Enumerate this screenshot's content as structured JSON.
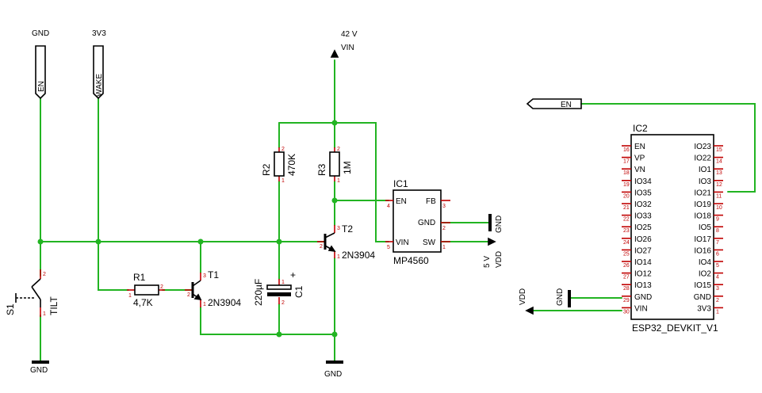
{
  "power": {
    "gnd": "GND",
    "v3v3": "3V3",
    "v42": "42 V",
    "vin": "VIN",
    "v5": "5 V",
    "vdd": "VDD"
  },
  "ports": {
    "en": "EN",
    "wake": "WAKE",
    "en_right": "EN_"
  },
  "s1": {
    "name": "S1",
    "value": "TILT",
    "pin2": "2",
    "pin1": "1"
  },
  "r1": {
    "name": "R1",
    "value": "4,7K",
    "pin1": "1",
    "pin2": "2"
  },
  "r2": {
    "name": "R2",
    "value": "470K",
    "pin1": "1",
    "pin2": "2"
  },
  "r3": {
    "name": "R3",
    "value": "1M",
    "pin1": "1",
    "pin2": "2"
  },
  "c1": {
    "name": "C1",
    "value": "220µF",
    "plus": "+",
    "pin1": "1",
    "pin2": "2"
  },
  "t1": {
    "name": "T1",
    "value": "2N3904",
    "pin1": "1",
    "pin2": "2",
    "pin3": "3"
  },
  "t2": {
    "name": "T2",
    "value": "2N3904",
    "pin1": "1",
    "pin2": "2",
    "pin3": "3"
  },
  "ic1": {
    "name": "IC1",
    "value": "MP4560",
    "pins": {
      "en": "EN",
      "fb": "FB",
      "gnd": "GND",
      "vin": "VIN",
      "sw": "SW"
    },
    "pinnums": {
      "en": "4",
      "fb": "3",
      "gnd": "2",
      "vin": "5",
      "sw": "1"
    }
  },
  "ic2": {
    "name": "IC2",
    "value": "ESP32_DEVKIT_V1",
    "left_pins": [
      {
        "name": "EN",
        "num": "16"
      },
      {
        "name": "VP",
        "num": "17"
      },
      {
        "name": "VN",
        "num": "18"
      },
      {
        "name": "IO34",
        "num": "19"
      },
      {
        "name": "IO35",
        "num": "20"
      },
      {
        "name": "IO32",
        "num": "21"
      },
      {
        "name": "IO33",
        "num": "22"
      },
      {
        "name": "IO25",
        "num": "23"
      },
      {
        "name": "IO26",
        "num": "24"
      },
      {
        "name": "IO27",
        "num": "25"
      },
      {
        "name": "IO14",
        "num": "26"
      },
      {
        "name": "IO12",
        "num": "27"
      },
      {
        "name": "IO13",
        "num": "28"
      },
      {
        "name": "GND",
        "num": "29"
      },
      {
        "name": "VIN",
        "num": "30"
      }
    ],
    "right_pins": [
      {
        "name": "IO23",
        "num": "15"
      },
      {
        "name": "IO22",
        "num": "14"
      },
      {
        "name": "IO1",
        "num": "13"
      },
      {
        "name": "IO3",
        "num": "12"
      },
      {
        "name": "IO21",
        "num": "11"
      },
      {
        "name": "IO19",
        "num": "10"
      },
      {
        "name": "IO18",
        "num": "9"
      },
      {
        "name": "IO5",
        "num": "8"
      },
      {
        "name": "IO17",
        "num": "7"
      },
      {
        "name": "IO16",
        "num": "6"
      },
      {
        "name": "IO4",
        "num": "5"
      },
      {
        "name": "IO2",
        "num": "4"
      },
      {
        "name": "IO15",
        "num": "3"
      },
      {
        "name": "GND",
        "num": "2"
      },
      {
        "name": "3V3",
        "num": "1"
      }
    ]
  },
  "colors": {
    "wire": "#22b422",
    "pin": "#c00000",
    "body": "#000000"
  }
}
